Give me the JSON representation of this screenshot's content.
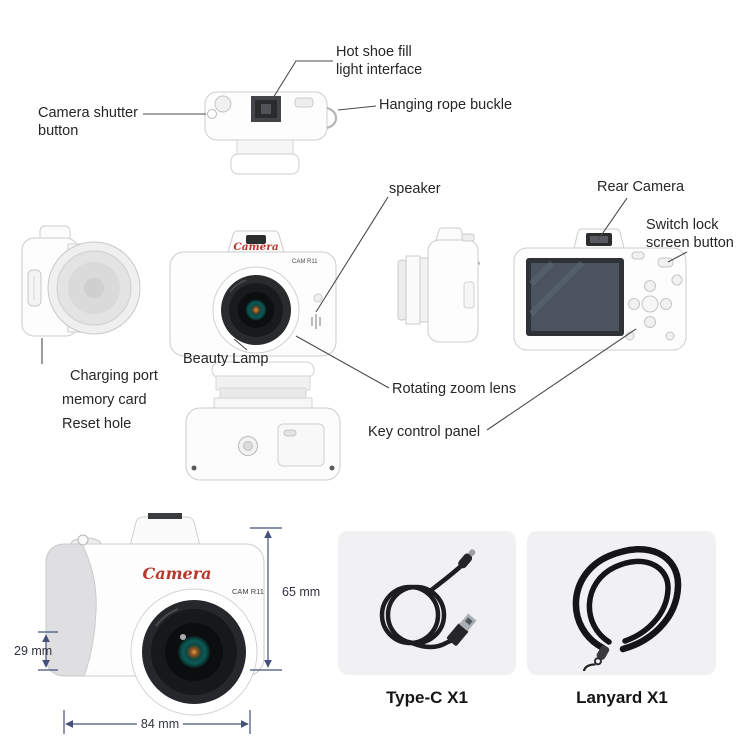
{
  "brand": {
    "logo": "Camera",
    "model": "CAM R11"
  },
  "callouts": {
    "hot_shoe": "Hot shoe fill\nlight interface",
    "shutter": "Camera shutter\nbutton",
    "rope_buckle": "Hanging rope buckle",
    "speaker": "speaker",
    "rear_camera": "Rear Camera",
    "switch_lock": "Switch lock\nscreen button",
    "ports": [
      "Charging port",
      "memory card",
      "Reset hole"
    ],
    "beauty_lamp": "Beauty Lamp",
    "zoom_lens": "Rotating zoom lens",
    "key_panel": "Key control panel"
  },
  "dimensions": {
    "height": "65 mm",
    "grip_depth": "29 mm",
    "width": "84 mm"
  },
  "accessories": [
    {
      "name": "Type-C X1"
    },
    {
      "name": "Lanyard X1"
    }
  ],
  "colors": {
    "logo_red": "#b7382c",
    "leader_line": "#4a4a4a",
    "dimension_line": "#46507a",
    "accessory_box_bg": "#f1f1f3",
    "cable_black": "#1d1d1f"
  }
}
